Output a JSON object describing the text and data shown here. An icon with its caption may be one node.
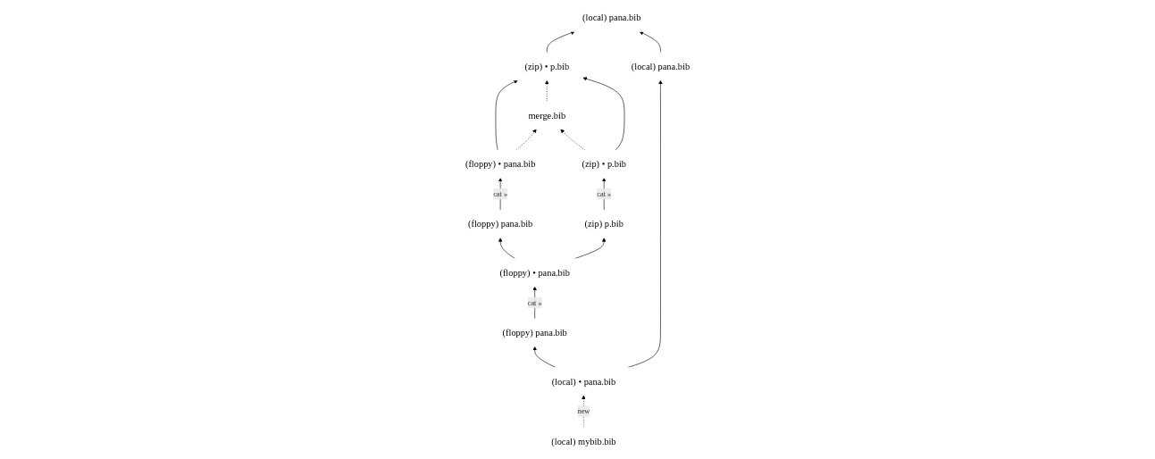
{
  "diagram": {
    "nodes": [
      {
        "text": [
          "(local) pana.bib"
        ]
      },
      {
        "text": [
          "(zip) • p.bib"
        ]
      },
      {
        "text": [
          "(floppy) • pana.bib"
        ]
      },
      {
        "text": [
          "merge.bib"
        ]
      },
      {
        "text": [
          "(zip) • p.bib"
        ]
      },
      {
        "text": [
          "(floppy) pana.bib"
        ]
      },
      {
        "text": [
          "(zip) p.bib"
        ]
      },
      {
        "text": [
          "(floppy) • pana.bib"
        ]
      },
      {
        "text": [
          "(floppy) pana.bib"
        ]
      },
      {
        "text": [
          "(local) pana.bib"
        ]
      },
      {
        "text": [
          "(local) mybib.bib"
        ]
      },
      {
        "text": [
          "(local) • pana.bib"
        ]
      }
    ],
    "edges": [
      {
        "from": 1,
        "to": 0,
        "arrow": "to"
      },
      {
        "from": 9,
        "to": 0,
        "arrow": "to"
      },
      {
        "from": 2,
        "to": 1,
        "arrow": "to"
      },
      {
        "from": 3,
        "to": 1,
        "arrow": "to",
        "style": "dashed"
      },
      {
        "from": 4,
        "to": 1,
        "arrow": "to"
      },
      {
        "from": 2,
        "to": 3,
        "arrow": "to",
        "style": "dashed"
      },
      {
        "from": 4,
        "to": 3,
        "arrow": "to",
        "style": "dashed"
      },
      {
        "from": 5,
        "to": 2,
        "arrow": "to",
        "label": "cat »"
      },
      {
        "from": 6,
        "to": 4,
        "arrow": "to",
        "label": "cat »"
      },
      {
        "from": 7,
        "to": 5,
        "arrow": "to"
      },
      {
        "from": 7,
        "to": 6,
        "arrow": "to"
      },
      {
        "from": 8,
        "to": 7,
        "arrow": "to",
        "label": "cat »"
      },
      {
        "from": 11,
        "to": 8,
        "arrow": "to"
      },
      {
        "from": 11,
        "to": 9,
        "arrow": "to"
      },
      {
        "from": 10,
        "to": 11,
        "arrow": "to",
        "label": "new",
        "style": "dashed"
      }
    ]
  }
}
